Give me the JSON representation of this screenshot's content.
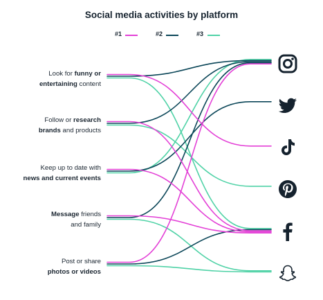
{
  "title": "Social media activities by platform",
  "legend": [
    {
      "label": "#1",
      "color": "#e33fd6"
    },
    {
      "label": "#2",
      "color": "#0b4658"
    },
    {
      "label": "#3",
      "color": "#4fd2a6"
    }
  ],
  "activities": [
    {
      "id": "funny",
      "line1_pre": "Look for ",
      "line1_bold": "funny or",
      "line1_post": "",
      "line2_pre": "",
      "line2_bold": "entertaining",
      "line2_post": " content"
    },
    {
      "id": "brands",
      "line1_pre": "Follow or ",
      "line1_bold": "research",
      "line1_post": "",
      "line2_pre": "",
      "line2_bold": "brands",
      "line2_post": " and products"
    },
    {
      "id": "news",
      "line1_pre": "Keep up to date with",
      "line1_bold": "",
      "line1_post": "",
      "line2_pre": "",
      "line2_bold": "news and current events",
      "line2_post": ""
    },
    {
      "id": "message",
      "line1_pre": "",
      "line1_bold": "Message",
      "line1_post": " friends",
      "line2_pre": "and family",
      "line2_bold": "",
      "line2_post": ""
    },
    {
      "id": "post",
      "line1_pre": "Post or share",
      "line1_bold": "",
      "line1_post": "",
      "line2_pre": "",
      "line2_bold": "photos or videos",
      "line2_post": ""
    }
  ],
  "platforms": [
    {
      "id": "instagram",
      "icon": "instagram-icon"
    },
    {
      "id": "twitter",
      "icon": "twitter-icon"
    },
    {
      "id": "tiktok",
      "icon": "tiktok-icon"
    },
    {
      "id": "pinterest",
      "icon": "pinterest-icon"
    },
    {
      "id": "facebook",
      "icon": "facebook-icon"
    },
    {
      "id": "snapchat",
      "icon": "snapchat-icon"
    }
  ],
  "links": [
    {
      "from": "funny",
      "rank": 1,
      "to": "tiktok"
    },
    {
      "from": "funny",
      "rank": 2,
      "to": "instagram"
    },
    {
      "from": "funny",
      "rank": 3,
      "to": "facebook"
    },
    {
      "from": "brands",
      "rank": 1,
      "to": "facebook"
    },
    {
      "from": "brands",
      "rank": 2,
      "to": "instagram"
    },
    {
      "from": "brands",
      "rank": 3,
      "to": "pinterest"
    },
    {
      "from": "news",
      "rank": 1,
      "to": "facebook"
    },
    {
      "from": "news",
      "rank": 2,
      "to": "twitter"
    },
    {
      "from": "news",
      "rank": 3,
      "to": "instagram"
    },
    {
      "from": "message",
      "rank": 1,
      "to": "facebook"
    },
    {
      "from": "message",
      "rank": 2,
      "to": "instagram"
    },
    {
      "from": "message",
      "rank": 3,
      "to": "snapchat"
    },
    {
      "from": "post",
      "rank": 1,
      "to": "instagram"
    },
    {
      "from": "post",
      "rank": 2,
      "to": "facebook"
    },
    {
      "from": "post",
      "rank": 3,
      "to": "snapchat"
    }
  ]
}
